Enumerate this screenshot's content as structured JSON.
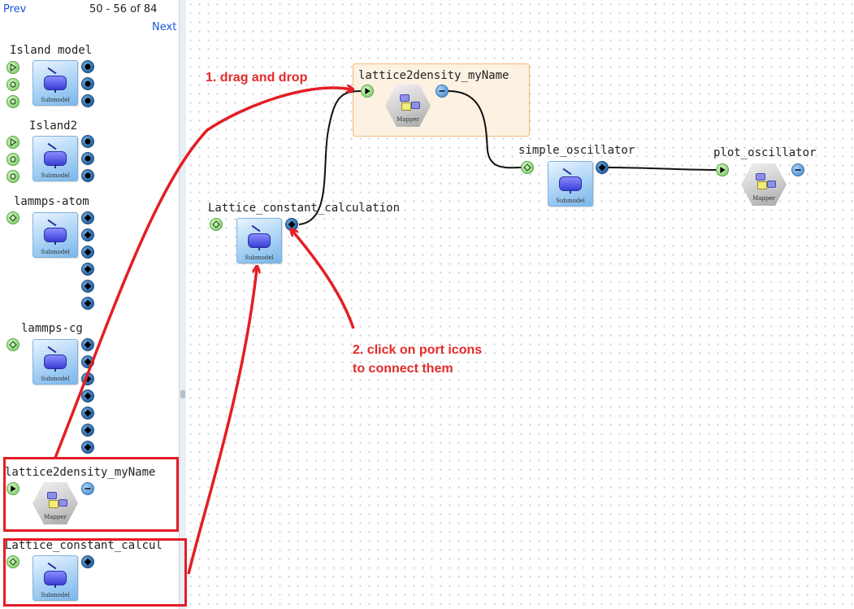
{
  "palette": {
    "prev_label": "Prev",
    "next_label": "Next",
    "paging_text": "50 - 56 of 84",
    "items": [
      {
        "title": "Island model",
        "type": "Submodel"
      },
      {
        "title": "Island2",
        "type": "Submodel"
      },
      {
        "title": "lammps-atom",
        "type": "Submodel"
      },
      {
        "title": "lammps-cg",
        "type": "Submodel"
      },
      {
        "title": "lattice2density_myName",
        "type": "Mapper"
      },
      {
        "title": "Lattice_constant_calcul",
        "type": "Submodel"
      }
    ]
  },
  "canvas": {
    "nodes": {
      "lattice2density": {
        "title": "lattice2density_myName",
        "type": "Mapper"
      },
      "simple_oscillator": {
        "title": "simple_oscillator",
        "type": "Submodel"
      },
      "plot_oscillator": {
        "title": "plot_oscillator",
        "type": "Mapper"
      },
      "lattice_constant": {
        "title": "Lattice_constant_calculation",
        "type": "Submodel"
      }
    }
  },
  "annotations": {
    "step1": "1. drag and drop",
    "step2_line1": "2. click on port icons",
    "step2_line2": "to connect them",
    "color": "#e32a2a"
  }
}
